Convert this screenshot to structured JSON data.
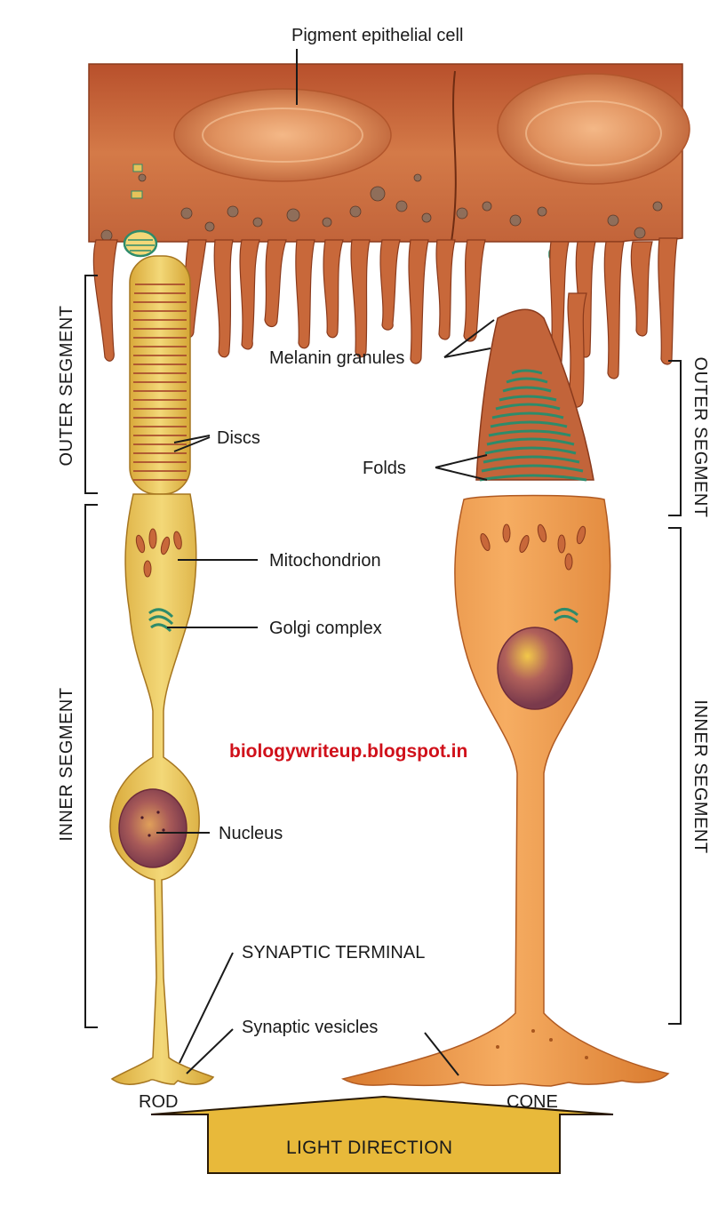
{
  "labels": {
    "pigment_epithelial_cell": "Pigment epithelial cell",
    "melanin_granules": "Melanin granules",
    "discs": "Discs",
    "folds": "Folds",
    "mitochondrion": "Mitochondrion",
    "golgi_complex": "Golgi complex",
    "nucleus": "Nucleus",
    "synaptic_terminal": "SYNAPTIC TERMINAL",
    "synaptic_vesicles": "Synaptic vesicles",
    "rod": "ROD",
    "cone": "CONE",
    "light_direction": "LIGHT DIRECTION"
  },
  "segments": {
    "outer_left": "OUTER SEGMENT",
    "inner_left": "INNER SEGMENT",
    "outer_right": "OUTER SEGMENT",
    "inner_right": "INNER SEGMENT"
  },
  "watermark": "biologywriteup.blogspot.in",
  "colors": {
    "pigment_epithelium": "#c8683a",
    "rod_body": "#e9c75a",
    "cone_body": "#e9913f",
    "cone_folds": "#2e8b6a",
    "nucleus": "#8e4a5a",
    "arrow_fill": "#e8b93a",
    "watermark": "#d0101a"
  }
}
